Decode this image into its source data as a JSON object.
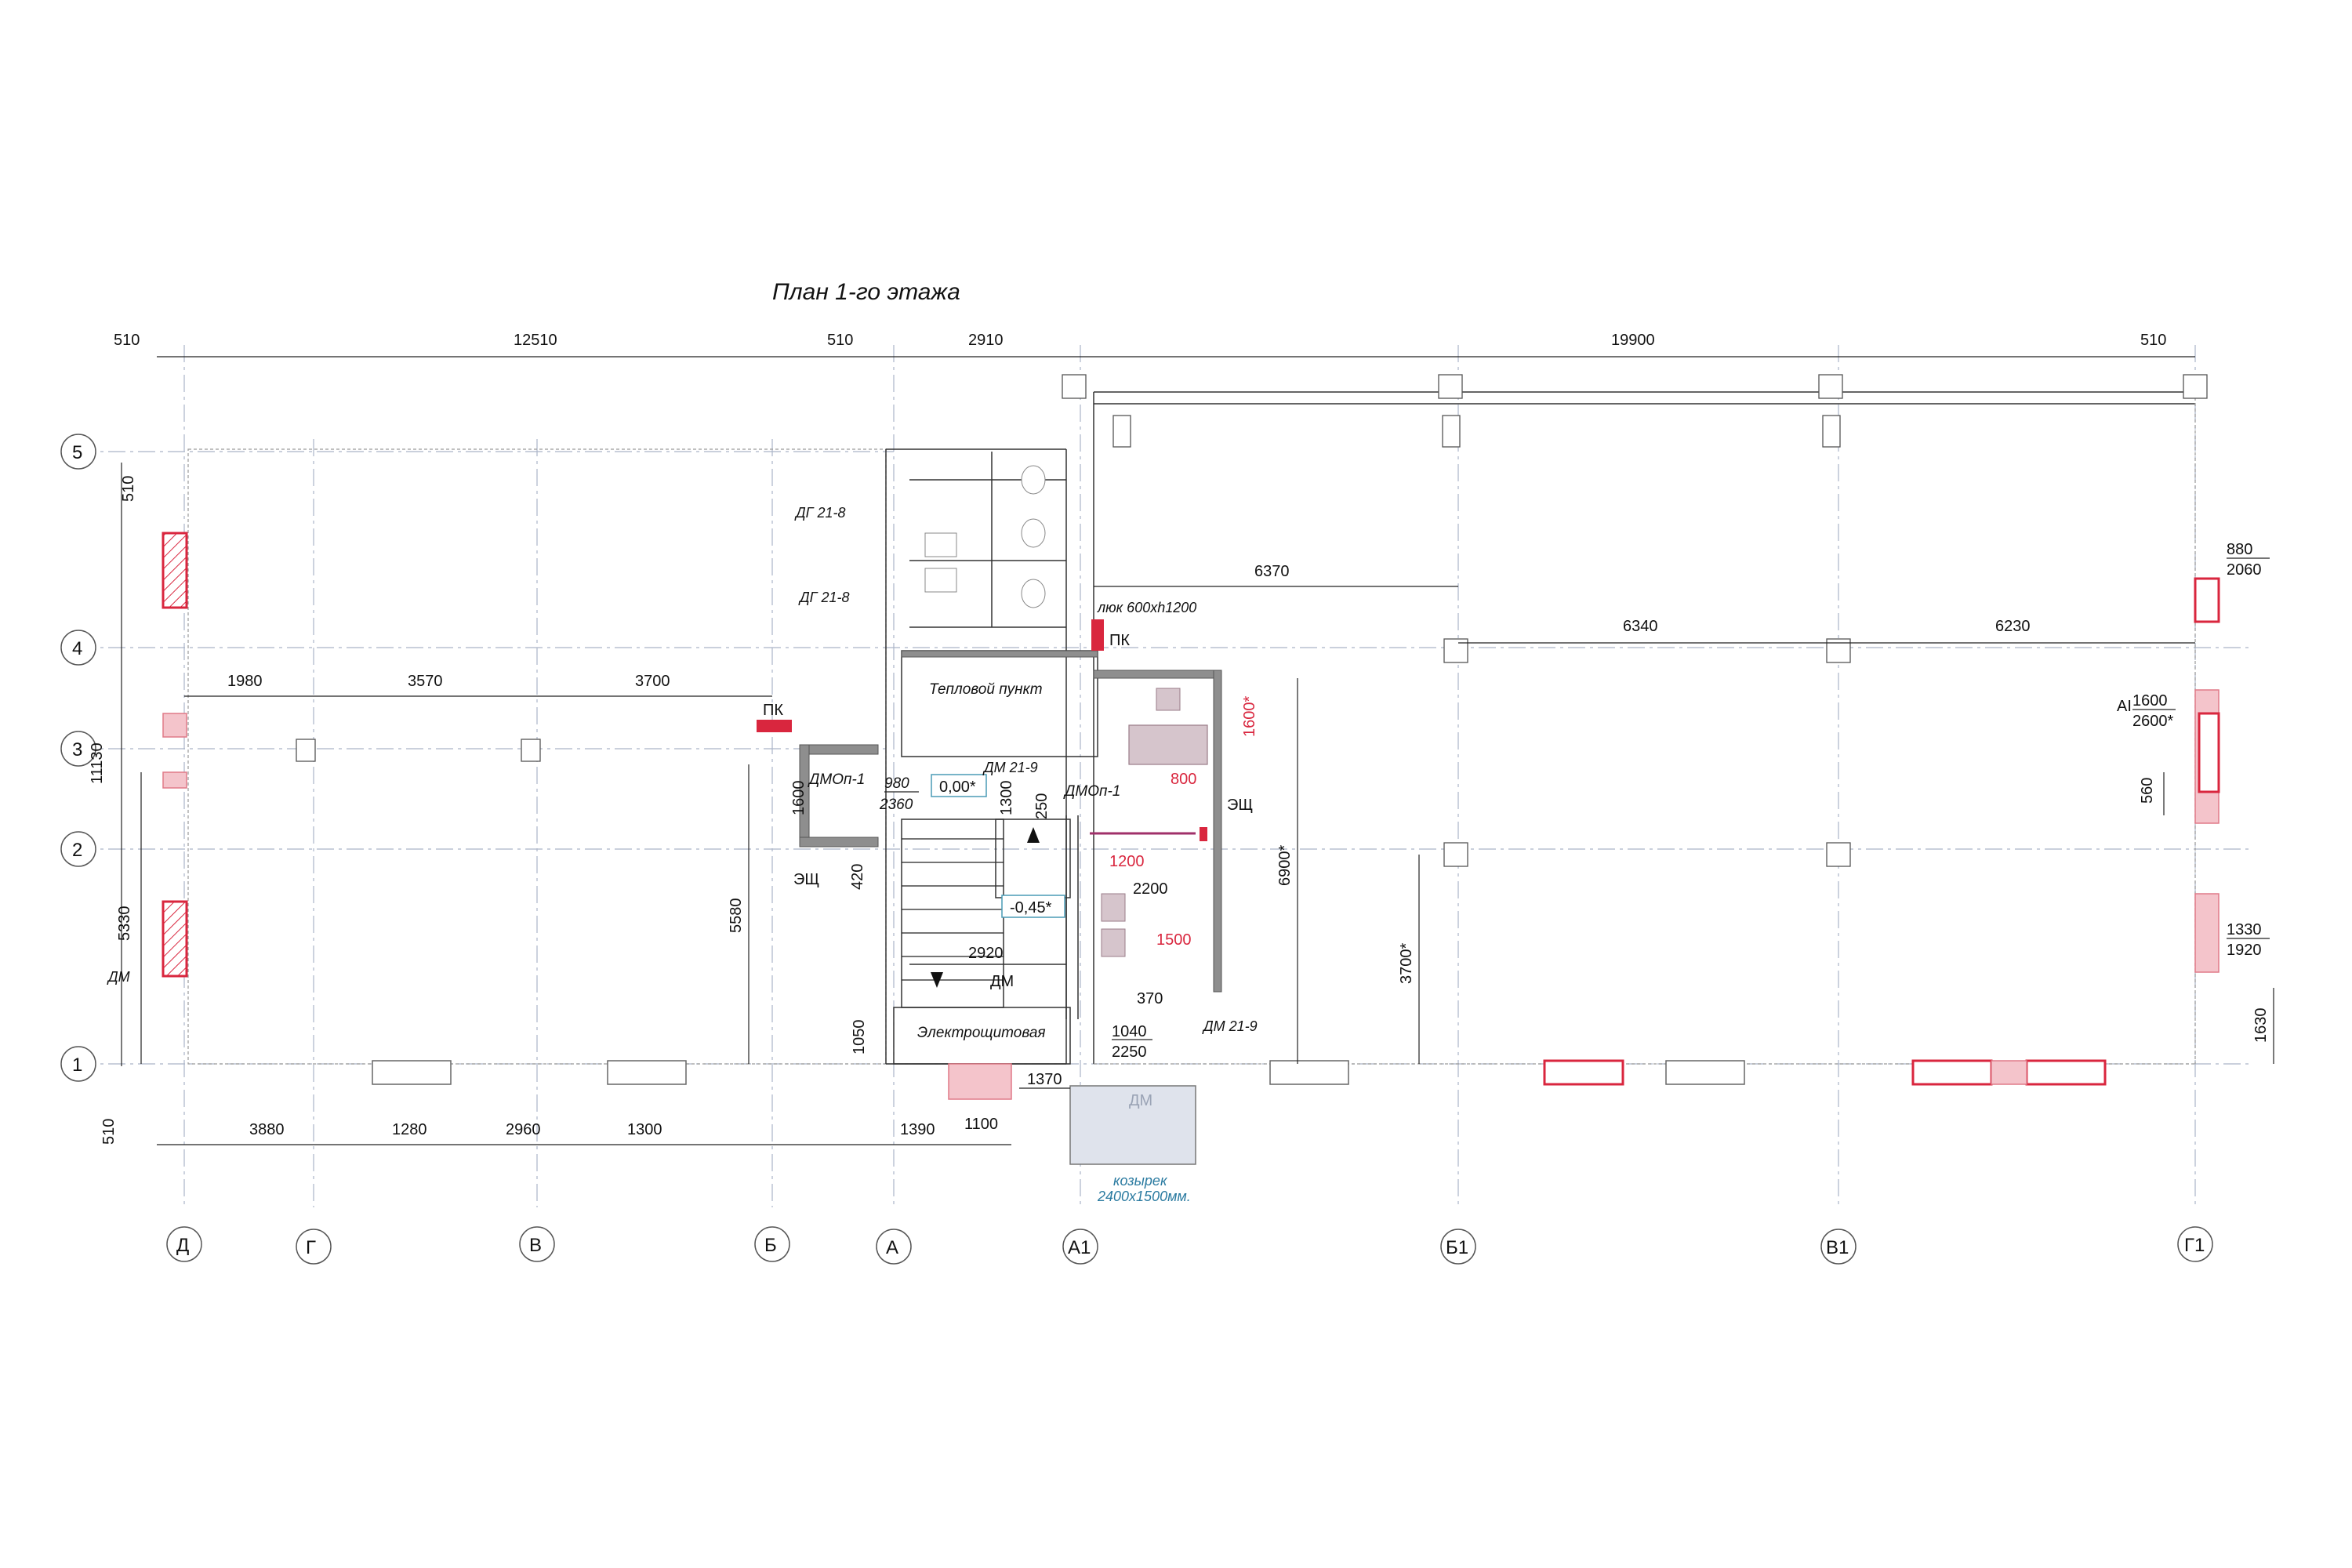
{
  "title": "План 1-го этажа",
  "axes": {
    "columns": [
      "Д",
      "Г",
      "В",
      "Б",
      "А",
      "А1",
      "Б1",
      "В1",
      "Г1"
    ],
    "rows": [
      "5",
      "4",
      "3",
      "2",
      "1"
    ]
  },
  "top_dims": [
    "510",
    "12510",
    "510",
    "2910",
    "19900",
    "510"
  ],
  "inner_dims": {
    "row4": [
      "1980",
      "3570",
      "3700"
    ],
    "right_row4": [
      "6340",
      "6230"
    ],
    "right_row5": "6370"
  },
  "bottom_dims": [
    "3880",
    "1280",
    "2960",
    "1300",
    "1390",
    "1100",
    "1370"
  ],
  "left_dims": {
    "total": "11130",
    "top": "510",
    "bottom": "510",
    "mid": "5330",
    "inner": "5580"
  },
  "right_dims": {
    "d1": "560",
    "d2": "1630",
    "d3": "3700*",
    "d4": "6900*"
  },
  "room_dims": [
    "1600",
    "420",
    "1300",
    "250",
    "2920",
    "1050",
    "2200",
    "370",
    "1600*",
    "800",
    "1200",
    "1500"
  ],
  "openings": [
    {
      "top": "980",
      "bottom": "2360"
    },
    {
      "top": "1040",
      "bottom": "2250"
    },
    {
      "top": "880",
      "bottom": "2060"
    },
    {
      "top": "1330",
      "bottom": "1920"
    },
    {
      "prefix": "AI",
      "top": "1600",
      "bottom": "2600*"
    }
  ],
  "rooms": {
    "heat": "Тепловой пункт",
    "elec": "Электрощитовая",
    "hatch": "люк 600xh1200"
  },
  "labels": {
    "dg1": "ДГ 21-8",
    "dg2": "ДГ 21-8",
    "pk1": "ПК",
    "pk2": "ПК",
    "dmop1": "ДМОп-1",
    "dmop2": "ДМОп-1",
    "eshch1": "ЭЩ",
    "eshch2": "ЭЩ",
    "dm219a": "ДМ 21-9",
    "dm219b": "ДМ 21-9",
    "dm_left": "ДМ",
    "dm_stair": "ДМ",
    "dm_canopy": "ДМ",
    "lvl0": "0,00*",
    "lvl1": "-0,45*",
    "canopy1": "козырек",
    "canopy2": "2400x1500мм."
  },
  "colors": {
    "red": "#d9263e",
    "pink": "#f4c4cb",
    "grid": "#aab4c8"
  }
}
